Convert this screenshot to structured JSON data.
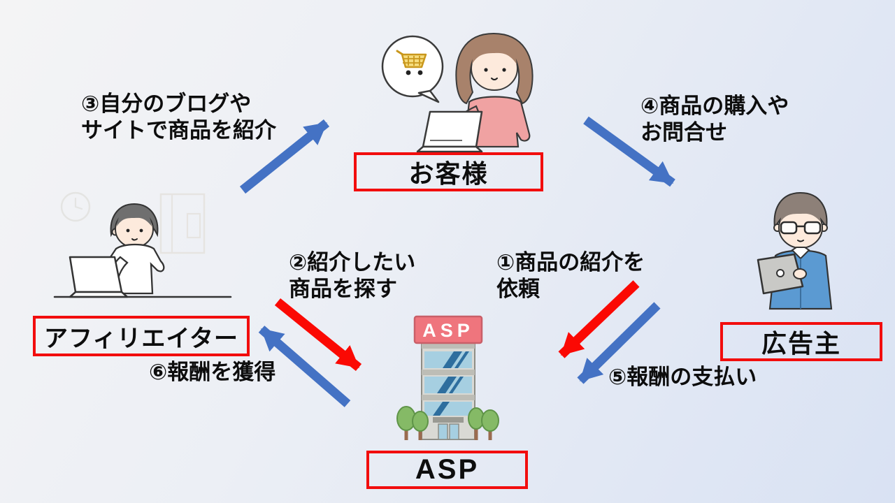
{
  "slide": {
    "topic": "affiliate-marketing-flow-diagram"
  },
  "colors": {
    "arrow_blue": "#4472c4",
    "arrow_red": "#fb0903",
    "node_border": "#f20d0d",
    "text": "#0d0d0d",
    "asp_sign_bg": "#ef757d",
    "background_from": "#f4f4f5",
    "background_to": "#d9e2f3"
  },
  "nodes": {
    "customer": {
      "label": "お客様"
    },
    "advertiser": {
      "label": "広告主"
    },
    "affiliater": {
      "label": "アフィリエイター"
    },
    "asp": {
      "label": "ASP"
    }
  },
  "steps": {
    "step1": {
      "line1": "①商品の紹介を",
      "line2": "依頼",
      "color": "red",
      "from": "広告主",
      "to": "ASP"
    },
    "step2": {
      "line1": "②紹介したい",
      "line2": "商品を探す",
      "color": "red",
      "from": "アフィリエイター",
      "to": "ASP"
    },
    "step3": {
      "line1": "③自分のブログや",
      "line2": "サイトで商品を紹介",
      "color": "blue",
      "from": "アフィリエイター",
      "to": "お客様"
    },
    "step4": {
      "line1": "④商品の購入や",
      "line2": "お問合せ",
      "color": "blue",
      "from": "お客様",
      "to": "広告主"
    },
    "step5": {
      "line1": "⑤報酬の支払い",
      "line2": "",
      "color": "blue",
      "from": "広告主",
      "to": "ASP"
    },
    "step6": {
      "line1": "⑥報酬を獲得",
      "line2": "",
      "color": "blue",
      "from": "ASP",
      "to": "アフィリエイター"
    }
  },
  "illustrations": {
    "customer": "woman-at-laptop-with-shopping-cart-speech-bubble",
    "advertiser": "man-with-glasses-holding-laptop",
    "affiliater": "person-working-at-desk-with-laptop",
    "asp": "office-building-with-sign-and-trees",
    "asp_sign_text": "ASP"
  }
}
